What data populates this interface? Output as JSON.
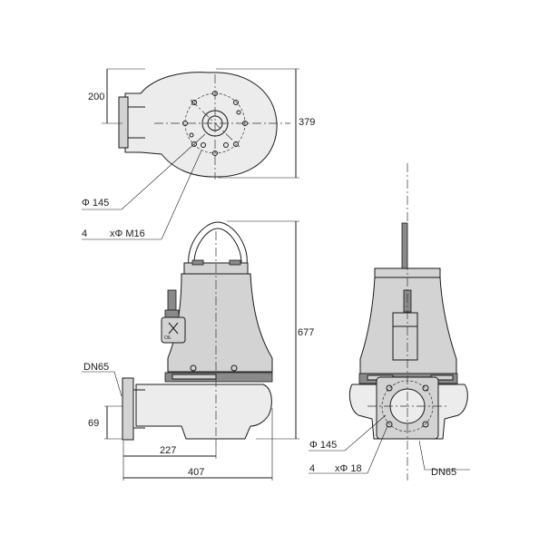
{
  "top_view": {
    "dim_height_left": "200",
    "dim_height_right": "379",
    "flange_diameter": "Φ 145",
    "bolt_count": "4",
    "bolt_spec": "xΦ M16"
  },
  "front_view": {
    "dim_overall_height": "677",
    "outlet_label": "DN65",
    "dim_outlet_height": "69",
    "dim_center_to_outlet": "227",
    "dim_overall_width": "407",
    "oil_marking": "OIL"
  },
  "side_view": {
    "flange_diameter": "Φ 145",
    "bolt_count": "4",
    "bolt_spec": "xΦ 18",
    "outlet_label": "DN65"
  }
}
